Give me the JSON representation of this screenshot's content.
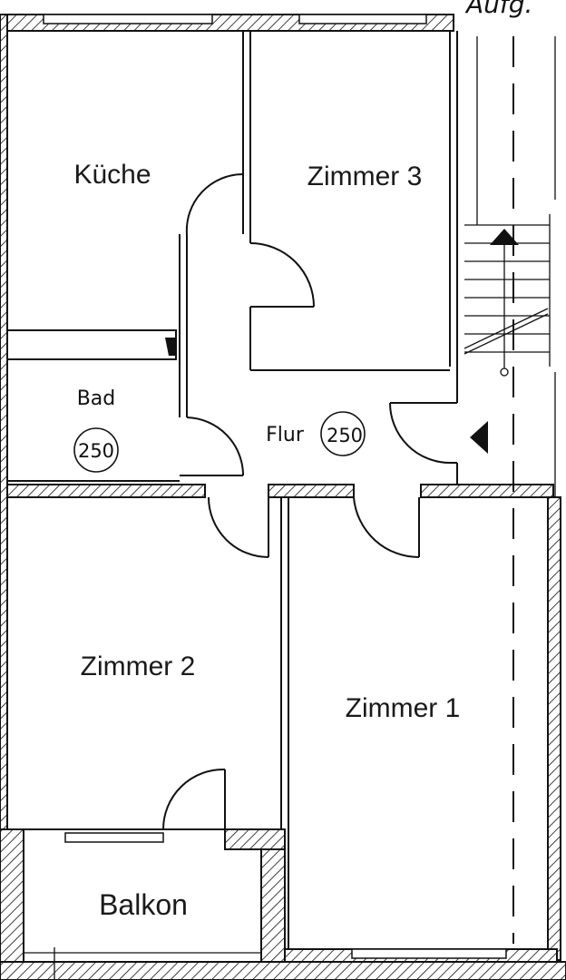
{
  "header": {
    "corner_text": "Aufg."
  },
  "rooms": {
    "kueche": "Küche",
    "zimmer3": "Zimmer 3",
    "bad": "Bad",
    "flur": "Flur",
    "zimmer2": "Zimmer 2",
    "zimmer1": "Zimmer 1",
    "balkon": "Balkon"
  },
  "markers": {
    "bad_height": "250",
    "flur_height": "250"
  },
  "colors": {
    "line": "#111111",
    "background": "#ffffff"
  }
}
